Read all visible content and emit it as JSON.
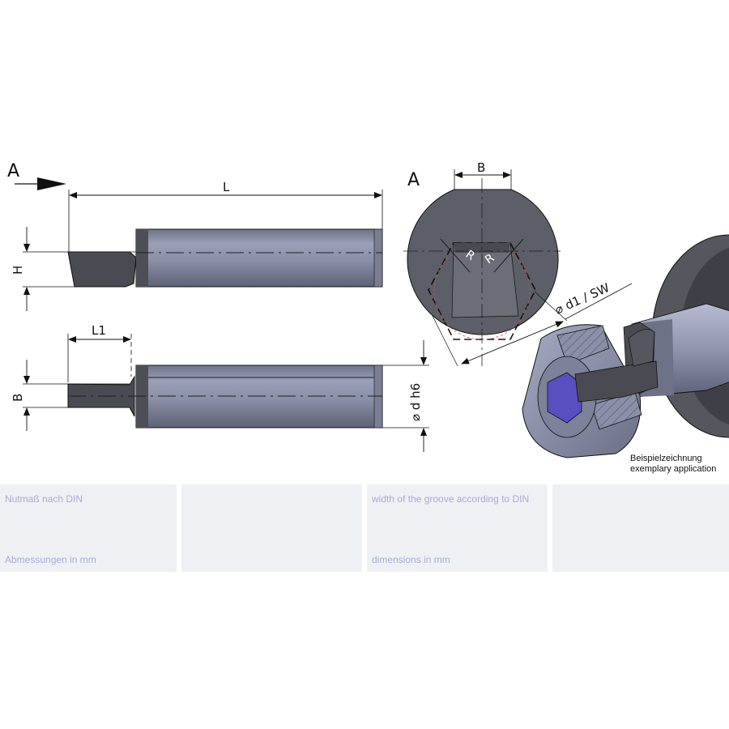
{
  "drawing": {
    "view_label_side": "A",
    "view_label_end": "A",
    "dim_L": "L",
    "dim_H": "H",
    "dim_L1": "L1",
    "dim_B_side": "B",
    "dim_B_end": "B",
    "dim_R_left": "R",
    "dim_R_right": "R",
    "dim_d_h6": "⌀ d h6",
    "dim_d1_sw": "⌀ d1  / SW"
  },
  "caption": {
    "line1": "Beispielzeichnung",
    "line2": "exemplary application"
  },
  "info_table": {
    "cells": [
      {
        "top": "Nutmaß nach DIN",
        "bottom": "Abmessungen in mm"
      },
      {
        "top": "",
        "bottom": ""
      },
      {
        "top": "width of the groove according to DIN",
        "bottom": "dimensions in mm"
      },
      {
        "top": "",
        "bottom": ""
      }
    ]
  },
  "colors": {
    "tool_body": "#8d92a8",
    "tool_dark": "#4a4b52",
    "collet": "#6a6b73",
    "workpiece": "#8e93ab",
    "hex_socket": "#5a4fc0",
    "cell_bg": "#eef0f4",
    "cell_text": "#a7acd6"
  }
}
